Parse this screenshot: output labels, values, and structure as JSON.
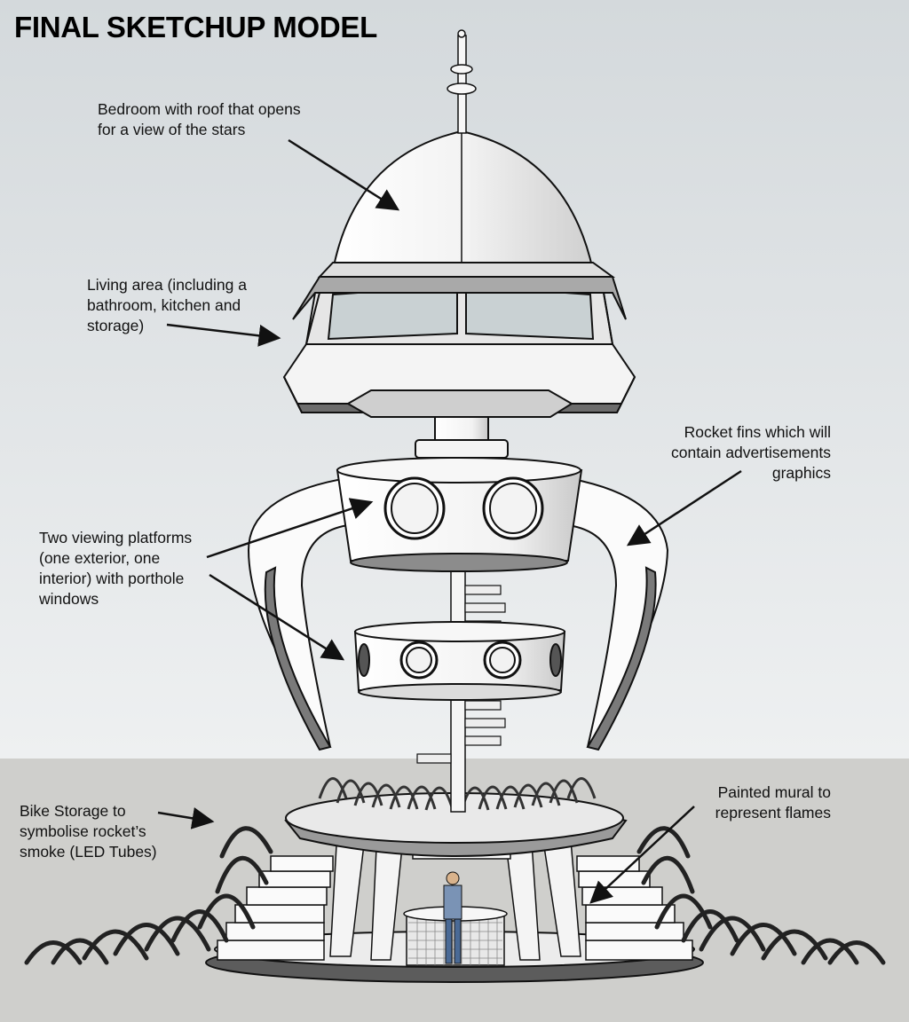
{
  "title": "FINAL SKETCHUP MODEL",
  "annotations": {
    "bedroom": "Bedroom with roof that opens\nfor a view of the stars",
    "living": "Living area (including a\nbathroom, kitchen and\nstorage)",
    "fins": "Rocket fins which will\ncontain advertisements\ngraphics",
    "platforms": "Two viewing platforms\n(one exterior, one\ninterior) with porthole\nwindows",
    "bike": "Bike Storage to\nsymbolise rocket’s\nsmoke (LED Tubes)",
    "mural": "Painted mural to\nrepresent flames"
  },
  "colors": {
    "sky_top": "#d4d9dc",
    "sky_bottom": "#eef0f1",
    "ground": "#cfcfcc",
    "line": "#111111",
    "fill": "#ffffff",
    "shade": "#6e6e6e"
  }
}
